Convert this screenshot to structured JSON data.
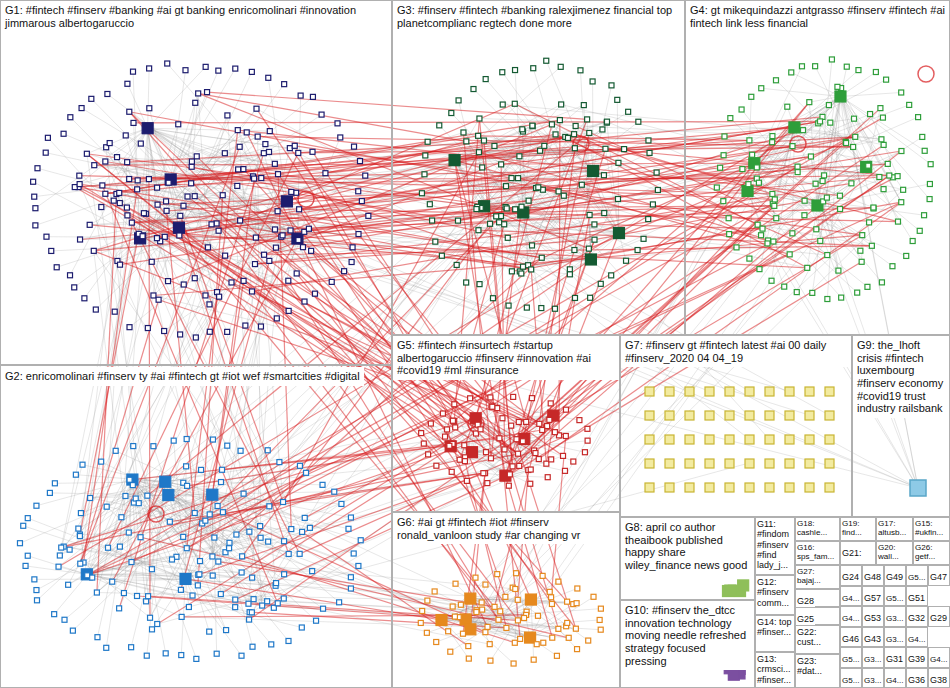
{
  "diagram": {
    "nodes": [
      {
        "text": [
          "G1: #fintech #finserv #banking #ai gt banking enricomolinari #innovation jimmarous albertogaruccio"
        ]
      },
      {
        "text": [
          "G3: #finserv #fintech #banking ralexjimenez financial top planetcomplianc regtech done more"
        ]
      },
      {
        "text": [
          "G4: gt mikequindazzi antgrasso #finserv #fintech #ai fintech link less financial"
        ]
      },
      {
        "text": [
          "G2: enricomolinari #finserv ty #ai #fintech gt #iot wef #smartcities #digital"
        ]
      },
      {
        "text": [
          "G5: #fintech #insurtech #startup albertogaruccio #finserv #innovation #ai #covid19 #ml #insurance"
        ]
      },
      {
        "text": [
          "G7: #finserv gt #fintech latest #ai 00 daily #finserv_2020 04 04_19"
        ]
      },
      {
        "text": [
          "G9: the_lhoft crisis #fintech luxembourg #finserv economy #covid19 trust industry railsbank"
        ]
      },
      {
        "text": [
          "G6: #ai gt #fintech #iot #finserv ronald_vanloon study #ar changing vr"
        ]
      },
      {
        "text": [
          "G8: april co author theaibook published happy share wiley_finance news good"
        ]
      },
      {
        "text": [
          "G10: #finserv the_dtcc innovation technology moving needle refreshed strategy focused pressing"
        ]
      },
      {
        "text": [
          "G11: #findom #finserv #find lady_j..."
        ]
      },
      {
        "text": [
          "G12: #finserv comm..."
        ]
      },
      {
        "text": [
          "G14: top #finser..."
        ]
      },
      {
        "text": [
          "G13: crmsci... #finser..."
        ]
      },
      {
        "text": [
          "G18: cashle..."
        ]
      },
      {
        "text": [
          "G16: sps_fam..."
        ]
      },
      {
        "text": [
          "G27: bajaj..."
        ]
      },
      {
        "text": [
          "G28"
        ]
      },
      {
        "text": [
          "G25"
        ]
      },
      {
        "text": [
          "G22: cust..."
        ]
      },
      {
        "text": [
          "G23: #dat..."
        ]
      },
      {
        "text": [
          "G19: find..."
        ]
      },
      {
        "text": [
          "G17: altusb..."
        ]
      },
      {
        "text": [
          "G15: #ukfin..."
        ]
      },
      {
        "text": [
          "G21:"
        ]
      },
      {
        "text": [
          "G20: wall..."
        ]
      },
      {
        "text": [
          "G26: getf..."
        ]
      },
      {
        "text": [
          "G24"
        ]
      },
      {
        "text": [
          "G48"
        ]
      },
      {
        "text": [
          "G49"
        ]
      },
      {
        "text": [
          "G5..."
        ]
      },
      {
        "text": [
          "G47"
        ]
      },
      {
        "text": [
          "G4..."
        ]
      },
      {
        "text": [
          "G57"
        ]
      },
      {
        "text": [
          "G5..."
        ]
      },
      {
        "text": [
          "G51"
        ]
      },
      {
        "text": [
          "G4..."
        ]
      },
      {
        "text": [
          "G53"
        ]
      },
      {
        "text": [
          "G3..."
        ]
      },
      {
        "text": [
          "G32"
        ]
      },
      {
        "text": [
          "G29"
        ]
      },
      {
        "text": [
          "G46"
        ]
      },
      {
        "text": [
          "G43"
        ]
      },
      {
        "text": [
          "G3..."
        ]
      },
      {
        "text": [
          "G4..."
        ]
      },
      {
        "text": [
          "G5..."
        ]
      },
      {
        "text": [
          "G3..."
        ]
      },
      {
        "text": [
          "G31"
        ]
      },
      {
        "text": [
          "G39"
        ]
      },
      {
        "text": [
          "G4..."
        ]
      },
      {
        "text": [
          "G5..."
        ]
      },
      {
        "text": [
          "G3..."
        ]
      },
      {
        "text": [
          "G4..."
        ]
      },
      {
        "text": [
          "G36"
        ]
      },
      {
        "text": [
          "G38"
        ]
      }
    ]
  }
}
